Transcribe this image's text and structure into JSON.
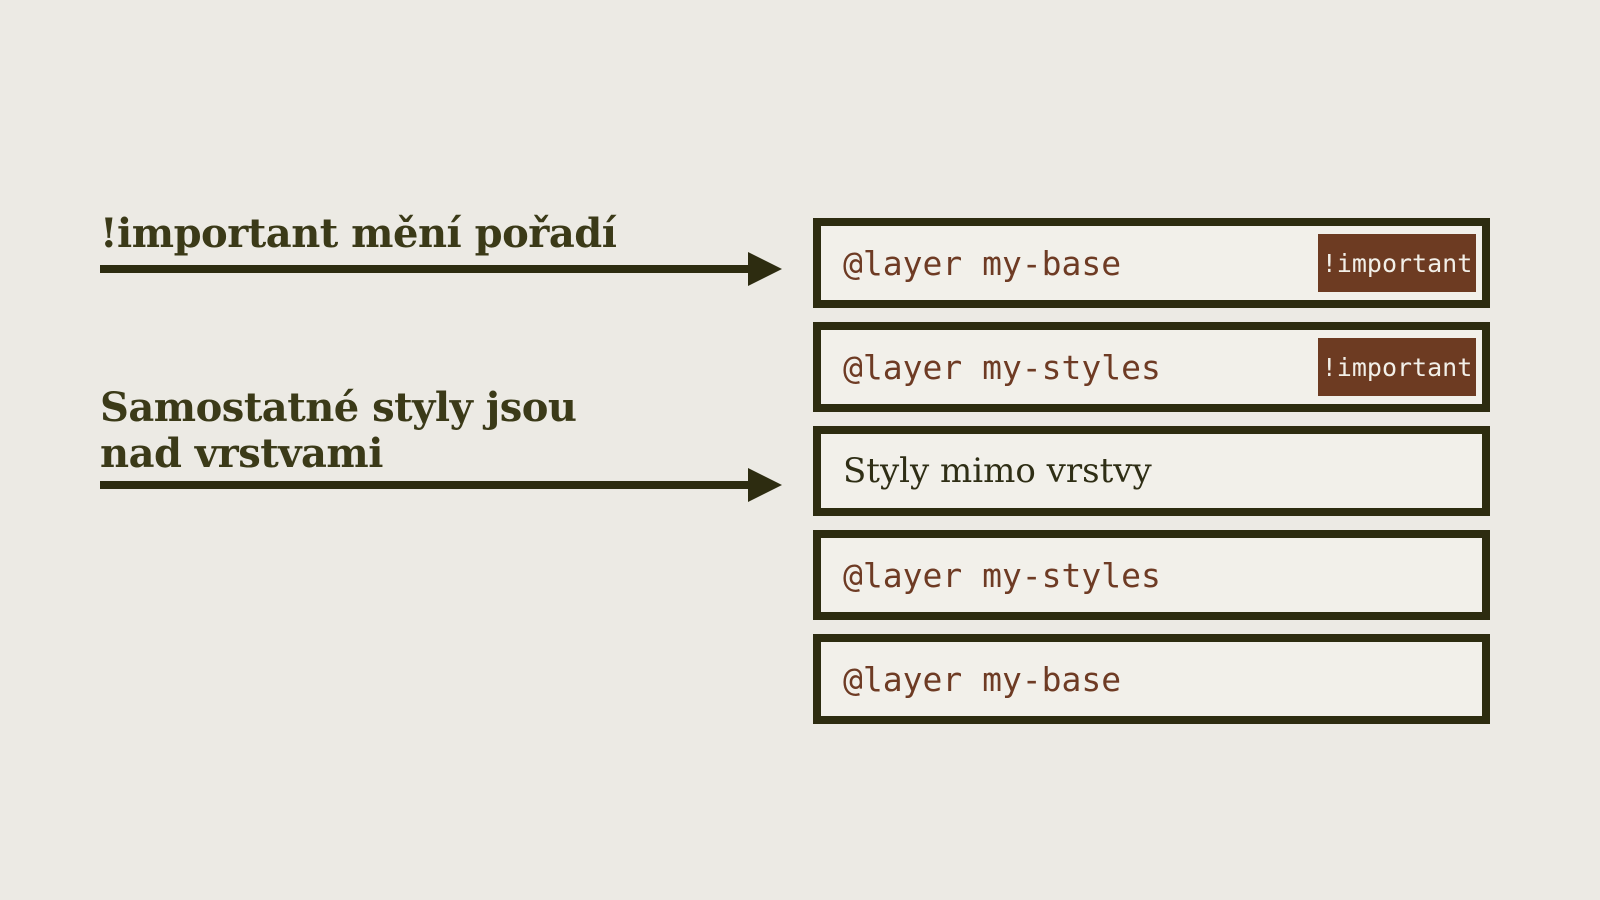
{
  "colors": {
    "page_background": "#ECEAE4",
    "box_background": "#F2F0EA",
    "dark_olive": "#2D2C10",
    "label_olive": "#3B3A18",
    "code_brown": "#6E3B24",
    "badge_background": "#6D3B22",
    "badge_text": "#F2EFE8"
  },
  "annotations": [
    {
      "id": "important-order",
      "lines": [
        "!important mění pořadí"
      ]
    },
    {
      "id": "unlayered-above",
      "lines": [
        "Samostatné styly jsou",
        "nad vrstvami"
      ]
    }
  ],
  "layers": [
    {
      "text": "@layer my-base",
      "style": "code",
      "badge": "!important"
    },
    {
      "text": "@layer my-styles",
      "style": "code",
      "badge": "!important"
    },
    {
      "text": "Styly mimo vrstvy",
      "style": "serif",
      "badge": null
    },
    {
      "text": "@layer my-styles",
      "style": "code",
      "badge": null
    },
    {
      "text": "@layer my-base",
      "style": "code",
      "badge": null
    }
  ]
}
